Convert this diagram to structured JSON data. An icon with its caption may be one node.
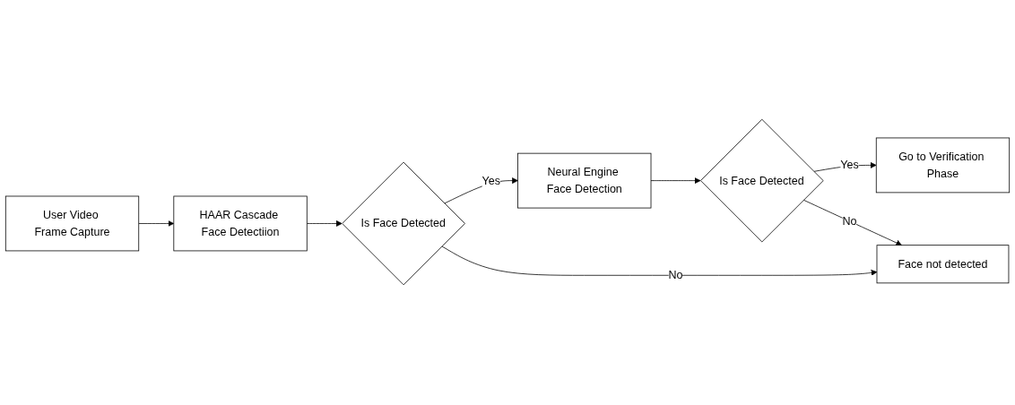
{
  "diagram": {
    "nodes": [
      {
        "text": [
          "User Video Frame Capture"
        ]
      },
      {
        "text": [
          "HAAR Cascade Face Detectiion"
        ]
      },
      {
        "text": [
          "Is Face Detected"
        ]
      },
      {
        "text": [
          "Neural Engine Face Detection"
        ]
      },
      {
        "text": [
          "Is Face Detected"
        ]
      },
      {
        "text": [
          "Go to Verification Phase"
        ]
      },
      {
        "text": [
          "Face not detected"
        ]
      }
    ],
    "edges": [
      {
        "from": 0,
        "to": 1,
        "arrow": "to"
      },
      {
        "from": 1,
        "to": 2,
        "arrow": "to"
      },
      {
        "from": 2,
        "to": 3,
        "label": "Yes",
        "arrow": "to"
      },
      {
        "from": 3,
        "to": 4,
        "arrow": "to"
      },
      {
        "from": 4,
        "to": 5,
        "label": "Yes",
        "arrow": "to"
      },
      {
        "from": 2,
        "to": 6,
        "label": "No",
        "arrow": "to"
      },
      {
        "from": 4,
        "to": 6,
        "label": "No",
        "arrow": "to"
      }
    ]
  }
}
